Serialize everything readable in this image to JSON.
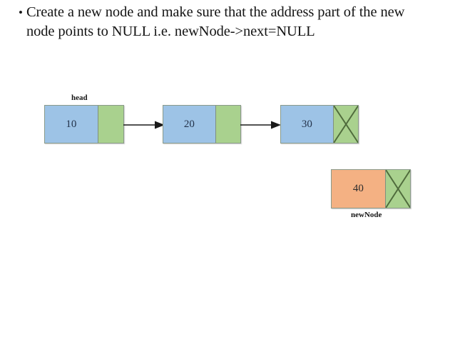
{
  "slide": {
    "bullet": {
      "marker": "•",
      "text": "Create a new node and make sure that the address part of the new node points to NULL i.e. newNode->next=NULL"
    }
  },
  "colors": {
    "data_blue": "#9DC3E6",
    "data_orange": "#F4B183",
    "pointer_green": "#A9D18E",
    "border": "#7F8F7F",
    "arrow": "#1A1A1A",
    "text": "#141414",
    "node_value_text": "#23324A"
  },
  "diagram": {
    "type": "singly-linked-list",
    "list_label": "head",
    "new_node_label": "newNode",
    "nodes": [
      {
        "value": "10",
        "data_color": "#9DC3E6",
        "pointer_null": false
      },
      {
        "value": "20",
        "data_color": "#9DC3E6",
        "pointer_null": false
      },
      {
        "value": "30",
        "data_color": "#9DC3E6",
        "pointer_null": true
      }
    ],
    "new_node": {
      "value": "40",
      "data_color": "#F4B183",
      "pointer_null": true
    },
    "arrows": [
      {
        "from": "10",
        "to": "20"
      },
      {
        "from": "20",
        "to": "30"
      }
    ]
  }
}
